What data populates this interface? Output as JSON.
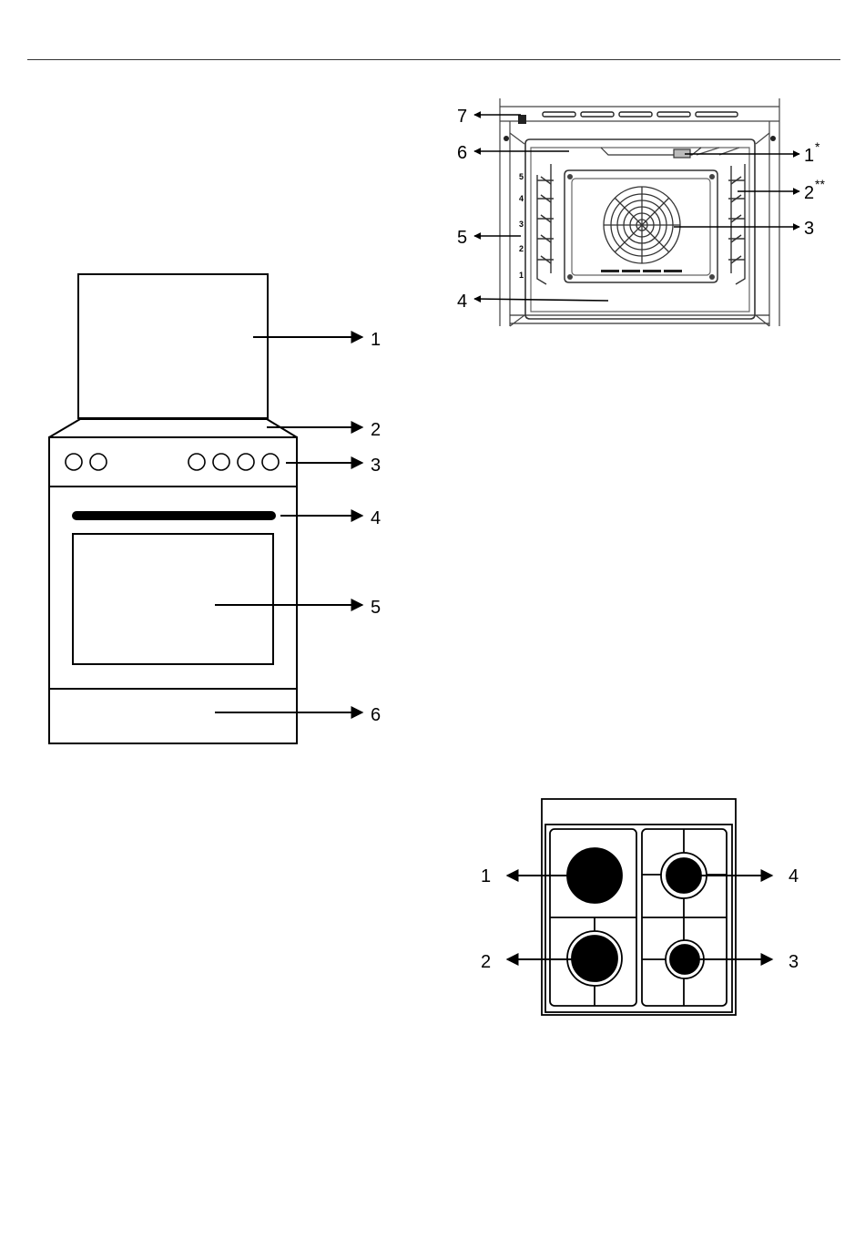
{
  "cooker_labels": [
    "1",
    "2",
    "3",
    "4",
    "5",
    "6"
  ],
  "oven_labels": {
    "item7": "7",
    "item6": "6",
    "item1": "1",
    "item1_sup": "*",
    "item2": "2",
    "item2_sup": "**",
    "item3": "3",
    "item5": "5",
    "item4": "4"
  },
  "rack_levels": [
    "5",
    "4",
    "3",
    "2",
    "1"
  ],
  "hob_labels": [
    "1",
    "2",
    "3",
    "4"
  ]
}
